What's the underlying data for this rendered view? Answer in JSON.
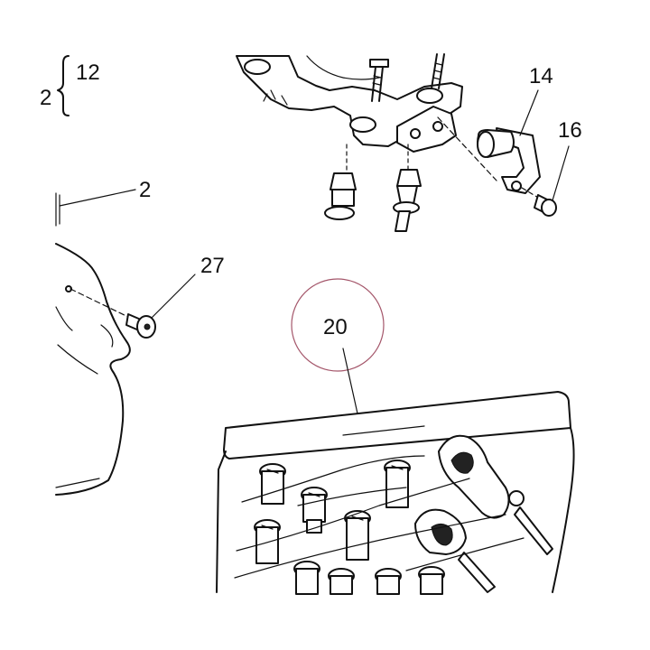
{
  "labels": {
    "l12": "12",
    "l14": "14",
    "l16": "16",
    "l2": "2",
    "l27": "27",
    "l20": "20",
    "lpartial": "2"
  },
  "colors": {
    "line": "#111111",
    "highlight_circle": "#a4566a"
  }
}
